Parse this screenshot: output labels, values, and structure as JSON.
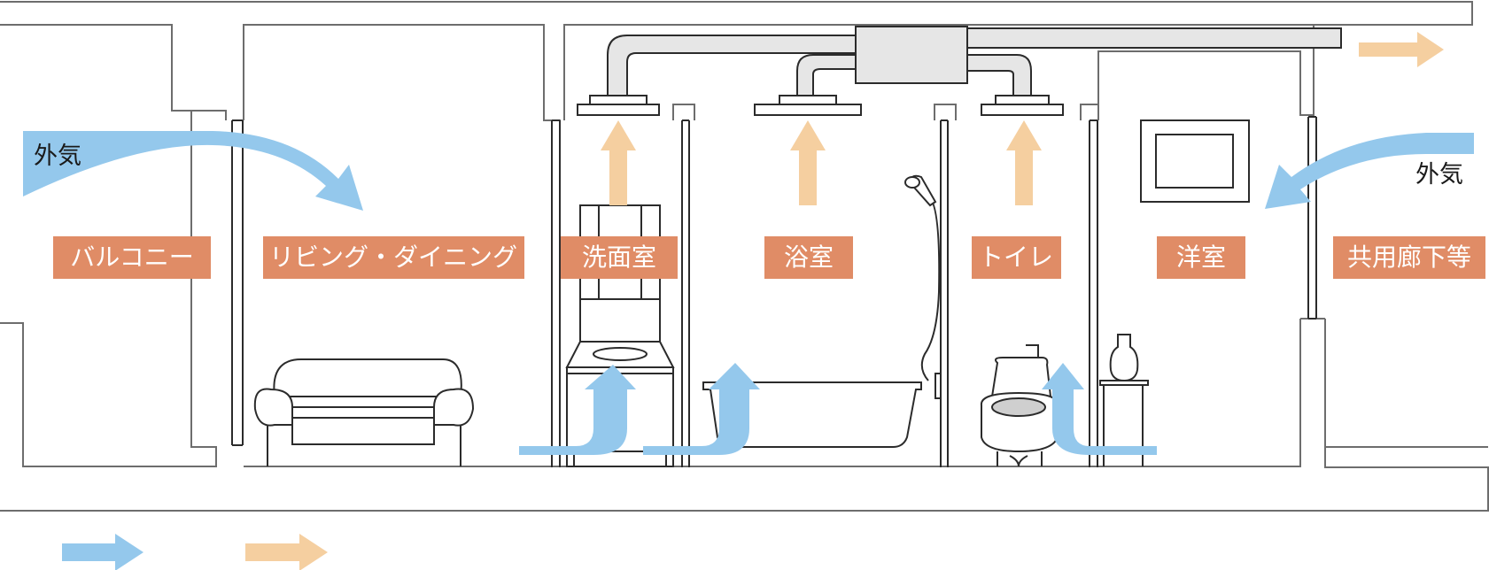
{
  "colors": {
    "supply_air": "#94c8ec",
    "exhaust_air": "#f5cfa0",
    "label_bg": "#e08c66",
    "label_text": "#ffffff",
    "duct_fill": "#e6e6e6",
    "wall": "#6d6d6d"
  },
  "rooms": [
    {
      "label": "バルコニー"
    },
    {
      "label": "リビング・ダイニング"
    },
    {
      "label": "洗面室"
    },
    {
      "label": "浴室"
    },
    {
      "label": "トイレ"
    },
    {
      "label": "洋室"
    },
    {
      "label": "共用廊下等"
    }
  ],
  "airflow": {
    "outside_air_left": "外気",
    "outside_air_right": "外気"
  },
  "legend": [
    {
      "color_key": "supply_air",
      "icon": "blue-arrow-icon"
    },
    {
      "color_key": "exhaust_air",
      "icon": "orange-arrow-icon"
    }
  ],
  "icons": [
    "sofa-icon",
    "washbasin-icon",
    "bathtub-icon",
    "shower-icon",
    "toilet-icon",
    "vase-icon",
    "window-icon",
    "ventilation-fan-icon"
  ]
}
